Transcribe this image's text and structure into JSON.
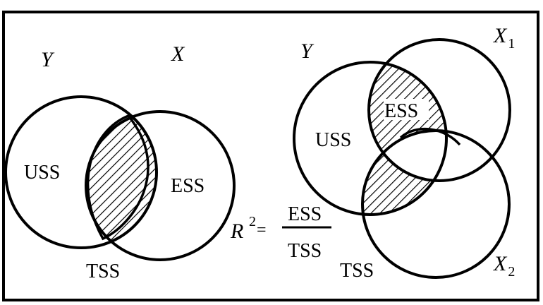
{
  "left_venn": {
    "label_y": "Y",
    "label_x": "X",
    "label_uss": "USS",
    "label_ess": "ESS",
    "label_tss": "TSS"
  },
  "formula": {
    "r": "R",
    "power": "2",
    "equals": "=",
    "numerator": "ESS",
    "denominator": "TSS"
  },
  "right_venn": {
    "label_y": "Y",
    "label_x1_main": "X",
    "label_x1_sub": "1",
    "label_x2_main": "X",
    "label_x2_sub": "2",
    "label_uss": "USS",
    "label_ess": "ESS",
    "label_tss": "TSS"
  },
  "colors": {
    "ink": "#000000",
    "paper": "#ffffff"
  }
}
